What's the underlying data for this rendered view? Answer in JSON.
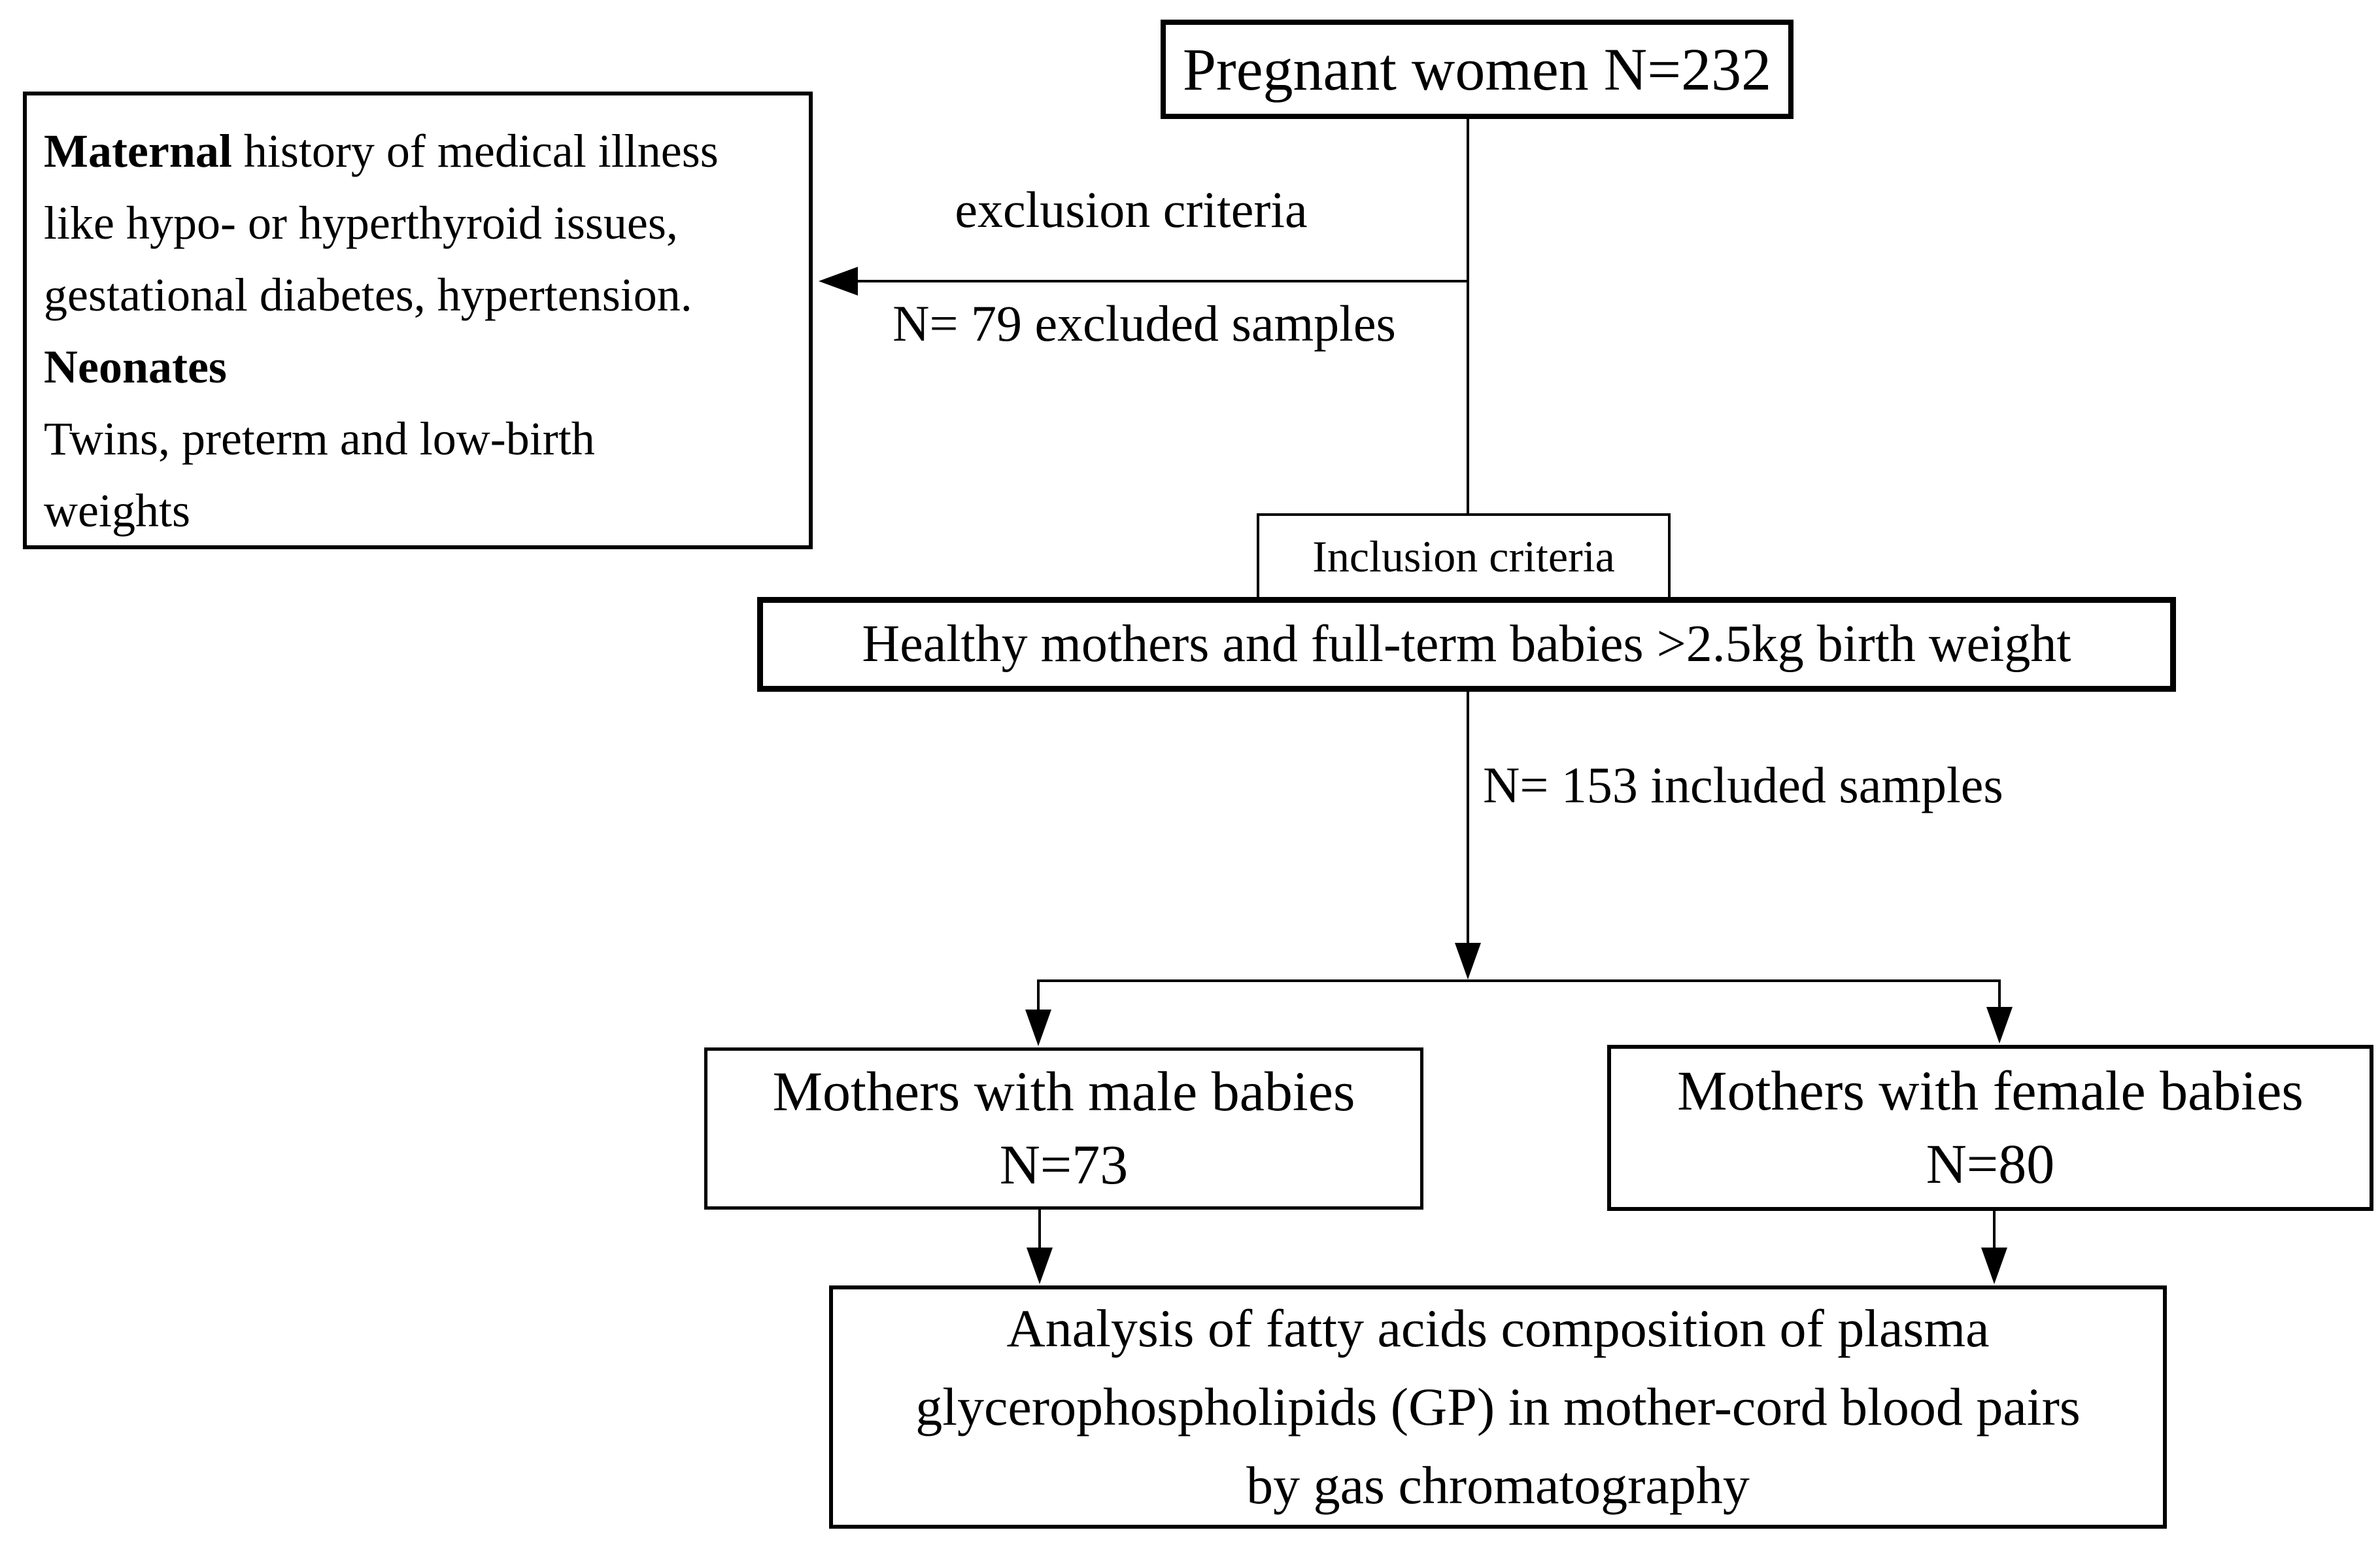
{
  "diagram": {
    "colors": {
      "ink": "#000000",
      "background": "#ffffff"
    },
    "top_box": {
      "text": "Pregnant women N=232"
    },
    "exclusion_box": {
      "line1_bold": "Maternal",
      "line1_rest": " history of medical illness",
      "line2": "like hypo- or hyperthyroid issues,",
      "line3": "gestational diabetes, hypertension.",
      "line4_bold": "Neonates",
      "line5": "Twins, preterm and low-birth",
      "line6": "weights"
    },
    "labels": {
      "exclusion_criteria": "exclusion criteria",
      "excluded_samples": "N= 79 excluded samples",
      "included_samples": "N= 153 included samples"
    },
    "inclusion_label": "Inclusion criteria",
    "inclusion_box": {
      "text": "Healthy mothers and full-term babies >2.5kg birth weight"
    },
    "male_box": {
      "line1": "Mothers with male babies",
      "line2": "N=73"
    },
    "female_box": {
      "line1": "Mothers with female babies",
      "line2": "N=80"
    },
    "analysis_box": {
      "line1": "Analysis of fatty acids composition of plasma",
      "line2": "glycerophospholipids (GP) in mother-cord blood pairs",
      "line3": "by gas chromatography"
    }
  }
}
